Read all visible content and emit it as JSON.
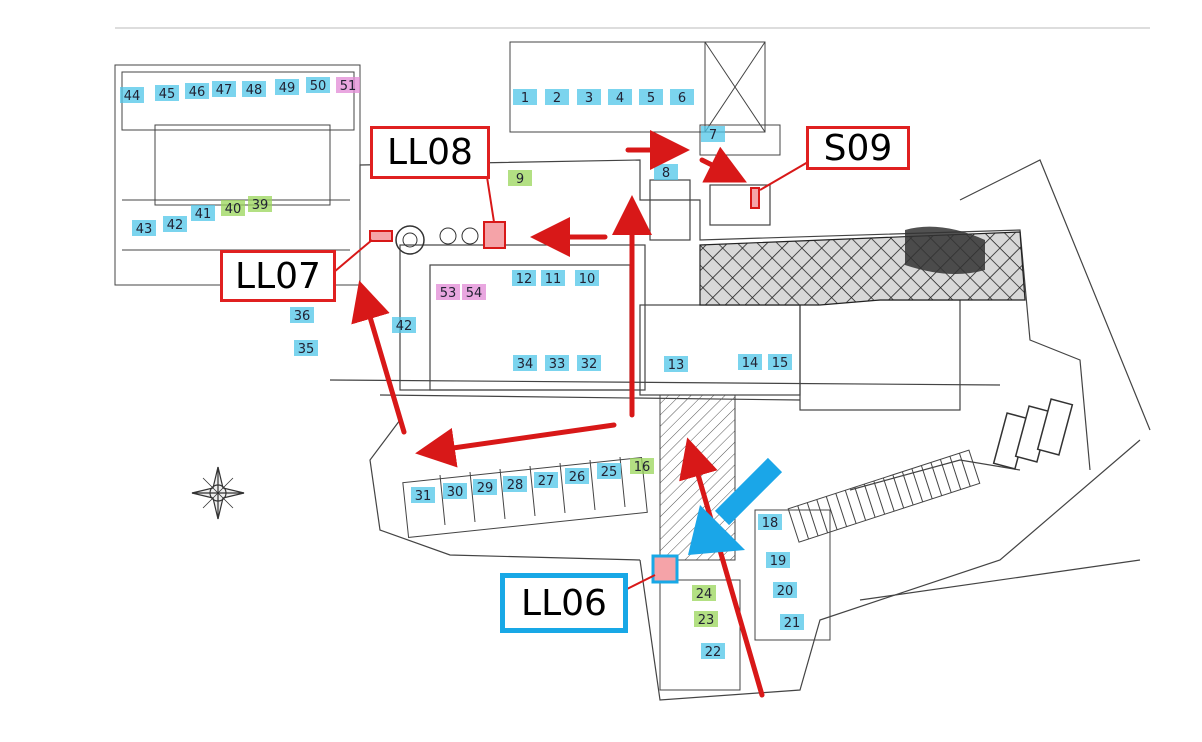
{
  "callouts": {
    "ll08": "LL08",
    "s09": "S09",
    "ll07": "LL07",
    "ll06": "LL06"
  },
  "spaces": {
    "top_left_row": [
      "44",
      "45",
      "46",
      "47",
      "48",
      "49",
      "50",
      "51"
    ],
    "top_row": [
      "1",
      "2",
      "3",
      "4",
      "5",
      "6"
    ],
    "left_mid_row": [
      "43",
      "42",
      "41",
      "40",
      "39"
    ],
    "left_lower": [
      "36",
      "35"
    ],
    "inner_pink": [
      "53",
      "54"
    ],
    "inner_top": [
      "12",
      "11",
      "10"
    ],
    "inner_bottom": [
      "34",
      "33",
      "32"
    ],
    "bottom_row": [
      "31",
      "30",
      "29",
      "28",
      "27",
      "26",
      "25",
      "16"
    ],
    "right_block": [
      "13",
      "14",
      "15"
    ],
    "south_stack": [
      "18",
      "19",
      "20",
      "21",
      "22",
      "23",
      "24"
    ],
    "misc": [
      "7",
      "8",
      "9",
      "42"
    ]
  },
  "colors": {
    "highlight_cyan": "#4fc6e8",
    "highlight_green": "#9ad65a",
    "highlight_pink": "#e28ad6",
    "callout_red": "#e02020",
    "callout_blue": "#18a8e6",
    "marker_fill": "#f5a3a8"
  },
  "icons": [
    "compass-rose-icon"
  ]
}
